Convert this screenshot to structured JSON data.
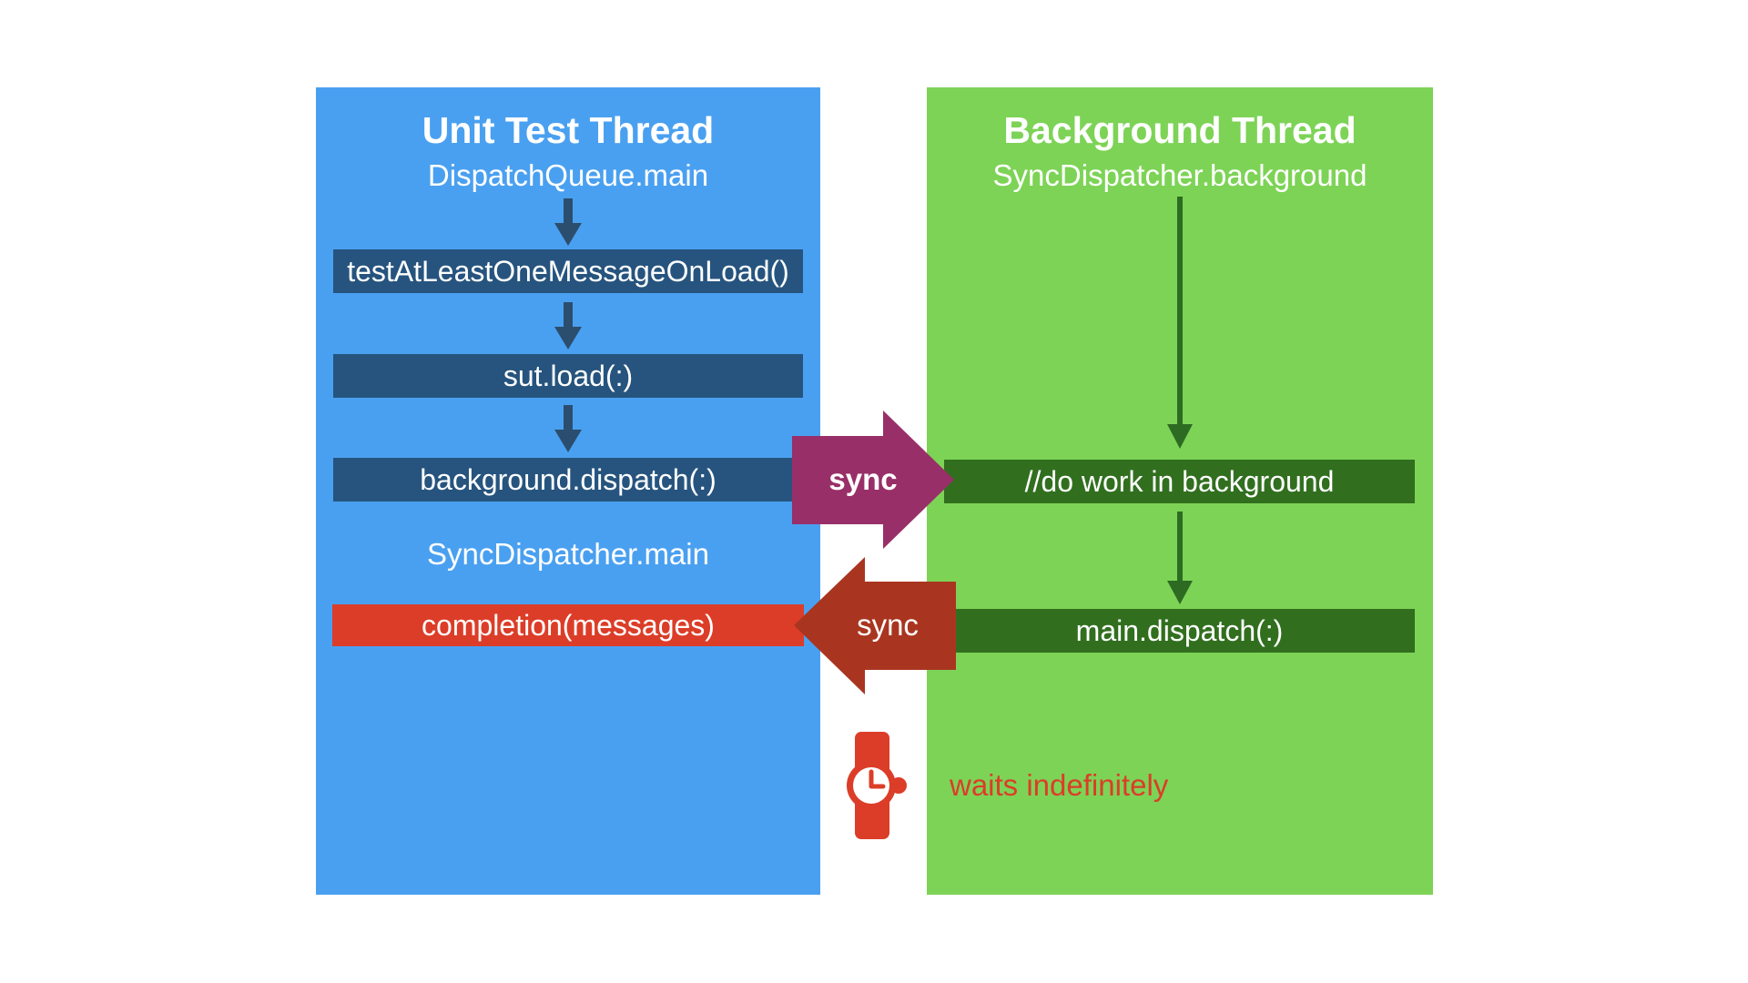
{
  "colors": {
    "page-bg": "#FFFFFF",
    "panel-blue": "#4AA0F0",
    "box-navy": "#26547E",
    "arrow-navy": "#2B4E6E",
    "panel-green": "#7DD356",
    "box-green": "#316F1F",
    "arrow-green": "#2D6B22",
    "arrow-purple": "#982F68",
    "arrow-brick": "#A93520",
    "accent-red": "#DC3D28",
    "text-white": "#FFFFFF"
  },
  "left_panel": {
    "title": "Unit Test Thread",
    "subtitle": "DispatchQueue.main",
    "steps": [
      "testAtLeastOneMessageOnLoad()",
      "sut.load(:)",
      "background.dispatch(:)"
    ],
    "dispatcher_label": "SyncDispatcher.main",
    "completion_step": "completion(messages)"
  },
  "right_panel": {
    "title": "Background Thread",
    "subtitle": "SyncDispatcher.background",
    "steps": [
      "//do work in background",
      "main.dispatch(:)"
    ]
  },
  "connectors": {
    "to_background_label": "sync",
    "to_main_label": "sync"
  },
  "annotation": {
    "label": "waits indefinitely"
  }
}
